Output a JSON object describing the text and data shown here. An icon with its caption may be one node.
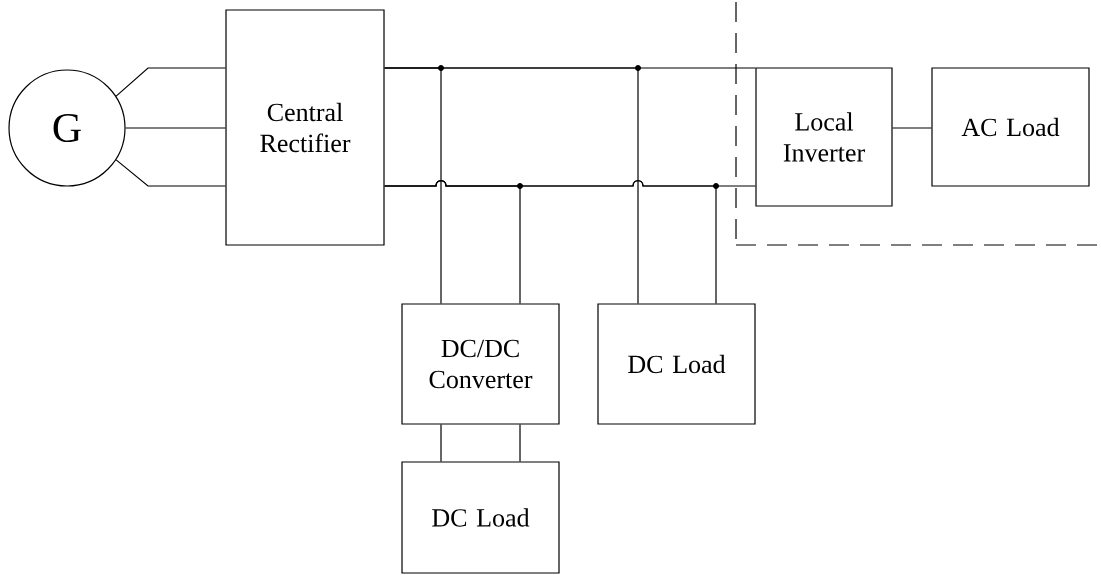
{
  "diagram": {
    "nodes": [
      {
        "text": [
          "G"
        ]
      },
      {
        "text": [
          "Central Rectifier"
        ]
      },
      {
        "text": [],
        "shape": "box"
      },
      {
        "text": [
          "Local Inverter"
        ],
        "in": 2
      },
      {
        "text": [
          "AC Load"
        ],
        "in": 2
      },
      {
        "text": [
          "DC/DC Converter"
        ]
      },
      {
        "text": [
          "DC Load"
        ]
      },
      {
        "text": [
          "DC Load"
        ]
      }
    ],
    "edges": [
      {
        "from": 0,
        "to": 1,
        "arrow": "none"
      },
      {
        "from": 0,
        "to": 1,
        "arrow": "none"
      },
      {
        "from": 0,
        "to": 1,
        "arrow": "none"
      },
      {
        "from": 1,
        "to": 3,
        "arrow": "none"
      },
      {
        "from": 1,
        "to": 3,
        "arrow": "none"
      },
      {
        "from": 3,
        "to": 4,
        "arrow": "none"
      },
      {
        "from": 1,
        "to": 5,
        "arrow": "none"
      },
      {
        "from": 1,
        "to": 5,
        "arrow": "none"
      },
      {
        "from": 1,
        "to": 6,
        "arrow": "none"
      },
      {
        "from": 1,
        "to": 6,
        "arrow": "none"
      },
      {
        "from": 5,
        "to": 7,
        "arrow": "none"
      },
      {
        "from": 5,
        "to": 7,
        "arrow": "none"
      }
    ]
  }
}
